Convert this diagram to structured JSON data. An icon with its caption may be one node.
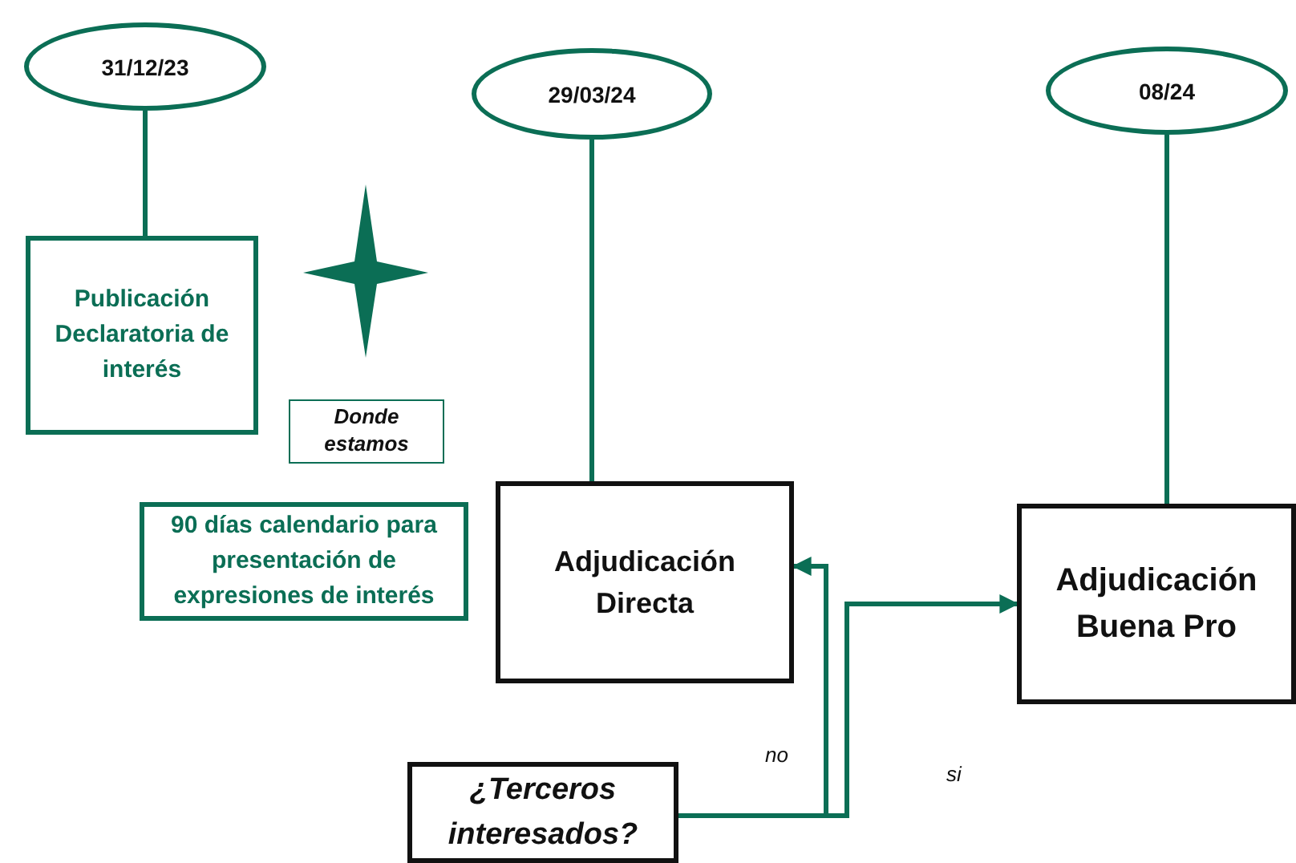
{
  "diagram": {
    "nodes": [
      {
        "text": [
          "31/12/23"
        ]
      },
      {
        "text": [
          "29/03/24"
        ]
      },
      {
        "text": [
          "08/24"
        ]
      },
      {
        "text": [
          "Publicación Declaratoria de interés"
        ]
      },
      {
        "text": [
          "Donde estamos"
        ]
      },
      {
        "text": [
          "90 días calendario para presentación de expresiones de interés"
        ]
      },
      {
        "text": [
          "Adjudicación Directa"
        ]
      },
      {
        "text": [
          "Adjudicación Buena Pro"
        ]
      },
      {
        "text": [
          "¿Terceros interesados?"
        ]
      }
    ],
    "edges": [
      {
        "from": 0,
        "to": 3,
        "arrow": "none"
      },
      {
        "from": 1,
        "to": 6,
        "arrow": "none"
      },
      {
        "from": 2,
        "to": 7,
        "arrow": "none"
      },
      {
        "from": 8,
        "to": 6,
        "arrow": "to",
        "label": "no"
      },
      {
        "from": 8,
        "to": 7,
        "arrow": "to",
        "label": "si"
      }
    ]
  }
}
